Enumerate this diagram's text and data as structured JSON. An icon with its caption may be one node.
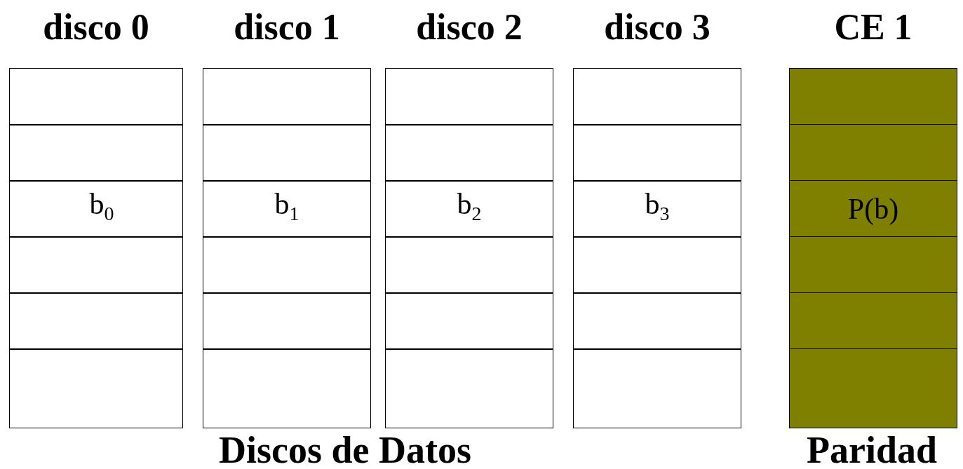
{
  "diagram": {
    "nodes": [
      {
        "text": [
          "disco 0"
        ]
      },
      {
        "text": [],
        "shape": "box",
        "in": 0
      },
      {
        "text": [],
        "shape": "box",
        "in": 0
      },
      {
        "text": [
          "b$_{0}$"
        ],
        "in": 0
      },
      {
        "text": [],
        "shape": "box",
        "in": 0
      },
      {
        "text": [],
        "shape": "box",
        "in": 0
      },
      {
        "text": [],
        "shape": "box",
        "in": 0
      },
      {
        "text": [
          "disco 1"
        ]
      },
      {
        "text": [],
        "shape": "box",
        "in": 7
      },
      {
        "text": [],
        "shape": "box",
        "in": 7
      },
      {
        "text": [
          "b$_{1}$"
        ],
        "in": 7
      },
      {
        "text": [],
        "shape": "box",
        "in": 7
      },
      {
        "text": [],
        "shape": "box",
        "in": 7
      },
      {
        "text": [],
        "shape": "box",
        "in": 7
      },
      {
        "text": [
          "disco 2"
        ]
      },
      {
        "text": [],
        "shape": "box",
        "in": 14
      },
      {
        "text": [],
        "shape": "box",
        "in": 14
      },
      {
        "text": [
          "b$_{2}$"
        ],
        "in": 14
      },
      {
        "text": [],
        "shape": "box",
        "in": 14
      },
      {
        "text": [],
        "shape": "box",
        "in": 14
      },
      {
        "text": [],
        "shape": "box",
        "in": 14
      },
      {
        "text": [
          "disco 3"
        ]
      },
      {
        "text": [],
        "shape": "box",
        "in": 21
      },
      {
        "text": [],
        "shape": "box",
        "in": 21
      },
      {
        "text": [
          "b$_{3}$"
        ],
        "in": 21
      },
      {
        "text": [],
        "shape": "box",
        "in": 21
      },
      {
        "text": [],
        "shape": "box",
        "in": 21
      },
      {
        "text": [],
        "shape": "box",
        "in": 21
      },
      {
        "text": [
          "CE 1"
        ]
      },
      {
        "text": [],
        "shape": "box",
        "in": 28
      },
      {
        "text": [],
        "shape": "box",
        "in": 28
      },
      {
        "text": [
          "P(b)"
        ],
        "in": 28
      },
      {
        "text": [],
        "shape": "box",
        "in": 28
      },
      {
        "text": [],
        "shape": "box",
        "in": 28
      },
      {
        "text": [],
        "shape": "box",
        "in": 28
      }
    ],
    "edges": [],
    "labels": [
      "Discos de Datos",
      "Paridad"
    ]
  }
}
